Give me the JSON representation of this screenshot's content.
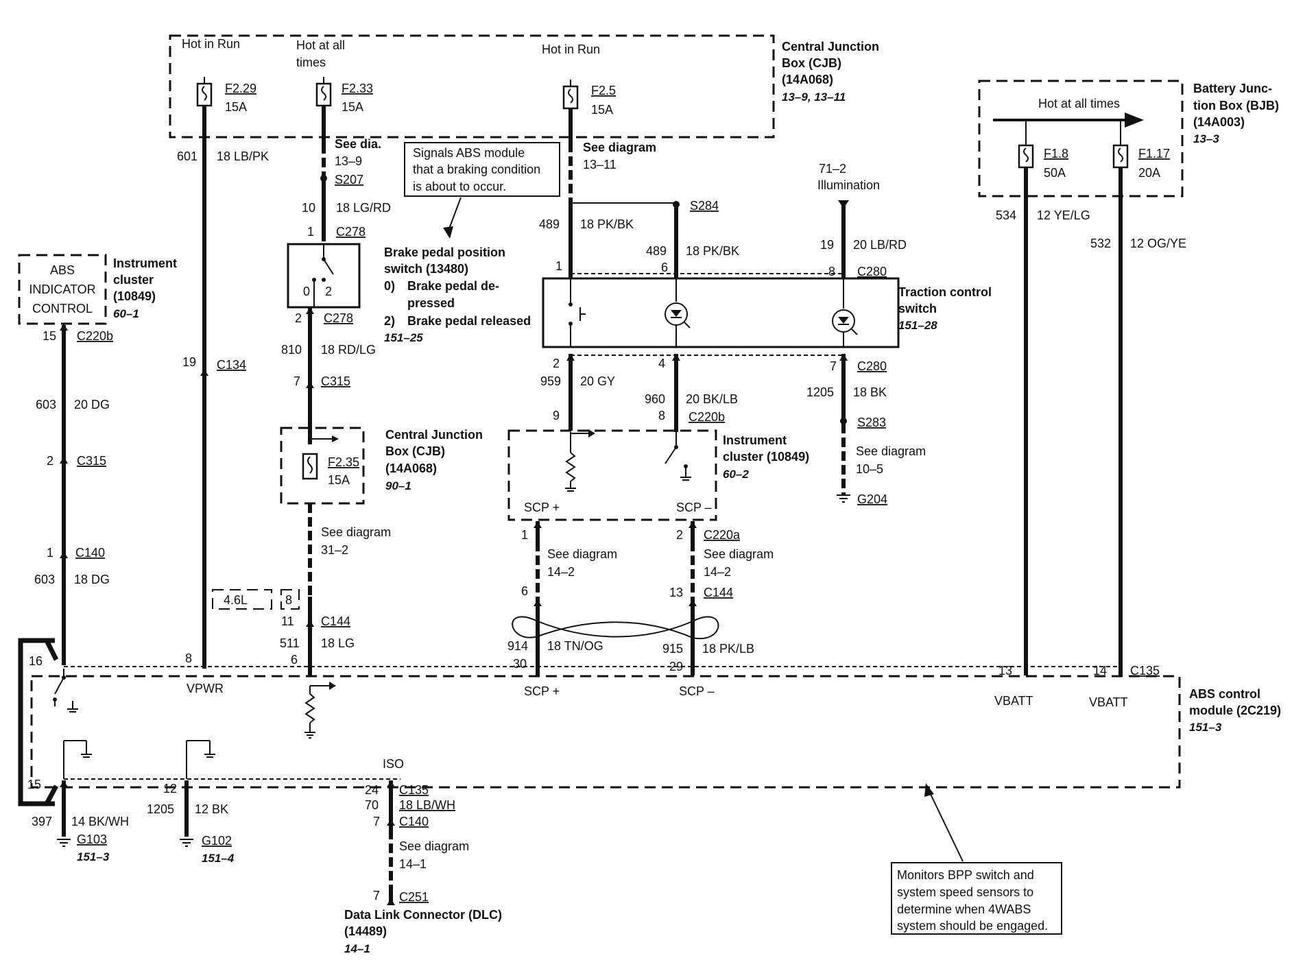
{
  "cjb_top": {
    "hot_in_run_1": "Hot in Run",
    "hot_all_line1": "Hot at all",
    "hot_all_line2": "times",
    "hot_in_run_2": "Hot in Run",
    "f229": "F2.29",
    "f229_amp": "15A",
    "f233": "F2.33",
    "f233_amp": "15A",
    "f25": "F2.5",
    "f25_amp": "15A",
    "title1": "Central Junction",
    "title2": "Box (CJB)",
    "part": "(14A068)",
    "ref": "13–9, 13–11"
  },
  "bjb": {
    "hot": "Hot at all times",
    "f18": "F1.8",
    "f18_amp": "50A",
    "f117": "F1.17",
    "f117_amp": "20A",
    "title1": "Battery Junc-",
    "title2": "tion Box (BJB)",
    "part": "(14A003)",
    "ref": "13–3"
  },
  "abs_indicator": {
    "line1": "ABS",
    "line2": "INDICATOR",
    "line3": "CONTROL",
    "title1": "Instrument",
    "title2": "cluster",
    "part": "(10849)",
    "ref": "60–1"
  },
  "note_top": {
    "line1": "Signals ABS module",
    "line2": "that a braking condition",
    "line3": "is about to occur."
  },
  "note_bottom": {
    "line1": "Monitors BPP switch and",
    "line2": "system speed sensors to",
    "line3": "determine when 4WABS",
    "line4": "system should be engaged."
  },
  "bpp": {
    "title1": "Brake pedal position",
    "title2": "switch (13480)",
    "opt0_num": "0)",
    "opt0_line1": "Brake pedal de-",
    "opt0_line2": "pressed",
    "opt2_num": "2)",
    "opt2_line1": "Brake pedal released",
    "ref": "151–25",
    "pos0": "0",
    "pos2": "2"
  },
  "cjb_mid": {
    "f235": "F2.35",
    "f235_amp": "15A",
    "title1": "Central Junction",
    "title2": "Box (CJB)",
    "part": "(14A068)",
    "ref": "90–1"
  },
  "traction": {
    "title1": "Traction control",
    "title2": "switch",
    "ref": "151–28"
  },
  "cluster_mid": {
    "title1": "Instrument",
    "title2": "cluster (10849)",
    "ref": "60–2",
    "scp_plus": "SCP +",
    "scp_minus": "SCP –"
  },
  "abs_module": {
    "title1": "ABS control",
    "title2": "module (2C219)",
    "ref": "151–3",
    "vpwr": "VPWR",
    "scp_plus": "SCP +",
    "scp_minus": "SCP –",
    "vbatt1": "VBATT",
    "vbatt2": "VBATT",
    "iso": "ISO"
  },
  "dlc": {
    "title1": "Data Link Connector (DLC)",
    "part": "(14489)",
    "ref": "14–1"
  },
  "wire601": {
    "circuit": "601",
    "color": "18 LB/PK",
    "pin1": "19",
    "conn1": "C134",
    "pin2": "8"
  },
  "wire_bpp": {
    "see1": "See dia.",
    "see1b": "13–9",
    "splice": "S207",
    "circuit_a": "10",
    "color_a": "18 LG/RD",
    "pin_c278a": "1",
    "c278a": "C278",
    "pin_c278b": "2",
    "c278b": "C278",
    "circuit_b": "810",
    "color_b": "18 RD/LG",
    "pin_c315": "7",
    "c315": "C315",
    "see2": "See diagram",
    "see2b": "31–2",
    "opt1": "4.6L",
    "opt2": "8",
    "pin_c144": "11",
    "c144": "C144",
    "circuit_c": "511",
    "color_c": "18 LG",
    "pin_end": "6"
  },
  "wire603": {
    "pin1": "15",
    "conn1": "C220b",
    "circuit_a": "603",
    "color_a": "20 DG",
    "pin2": "2",
    "conn2": "C315",
    "pin3": "1",
    "conn3": "C140",
    "circuit_b": "603",
    "color_b": "18 DG",
    "pin_end": "16"
  },
  "wire489": {
    "see": "See diagram",
    "seeb": "13–11",
    "circuit_a": "489",
    "color_a": "18 PK/BK",
    "splice": "S284",
    "circuit_b": "489",
    "color_b": "18 PK/BK",
    "pin_a": "1",
    "pin_b": "6",
    "pin_c": "8",
    "conn_c280a": "C280",
    "illum1": "71–2",
    "illum2": "Illumination",
    "circuit_c": "19",
    "color_c": "20 LB/RD"
  },
  "wire_tcs_out": {
    "pin2": "2",
    "circuit959": "959",
    "color959": "20 GY",
    "pin9": "9",
    "pin4": "4",
    "circuit960": "960",
    "color960": "20 BK/LB",
    "pin8": "8",
    "conn_c220b": "C220b",
    "pin7": "7",
    "conn_c280b": "C280",
    "circuit1205": "1205",
    "color1205": "18 BK",
    "splice": "S283",
    "see": "See diagram",
    "seeb": "10–5",
    "ground": "G204"
  },
  "wire_scp": {
    "pin1": "1",
    "pin2": "2",
    "conn_c220a": "C220a",
    "see_l": "See diagram",
    "see_lb": "14–2",
    "see_r": "See diagram",
    "see_rb": "14–2",
    "pin6": "6",
    "pin13": "13",
    "conn_c144": "C144",
    "circuit914": "914",
    "color914": "18 TN/OG",
    "circuit915": "915",
    "color915": "18 PK/LB",
    "pin30": "30",
    "pin29": "29"
  },
  "wire_batt": {
    "circuit534": "534",
    "color534": "12 YE/LG",
    "circuit532": "532",
    "color532": "12 OG/YE",
    "pin13": "13",
    "pin14": "14",
    "conn_c135": "C135"
  },
  "wire_bottom": {
    "pin15": "15",
    "circuit397": "397",
    "color397": "14 BK/WH",
    "g103": "G103",
    "g103_ref": "151–3",
    "pin12": "12",
    "circuit1205": "1205",
    "color1205": "12 BK",
    "g102": "G102",
    "g102_ref": "151–4",
    "pin24": "24",
    "conn_c135": "C135",
    "circuit70": "70",
    "color70": "18 LB/WH",
    "pin7a": "7",
    "conn_c140": "C140",
    "see": "See diagram",
    "seeb": "14–1",
    "pin7b": "7",
    "conn_c251": "C251"
  }
}
